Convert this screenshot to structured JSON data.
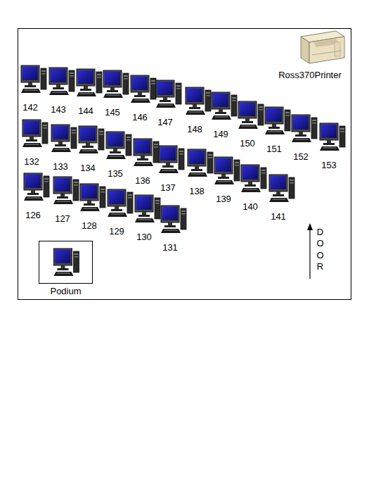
{
  "diagram": {
    "nodes": [
      {
        "text": [
          "Podium"
        ]
      }
    ],
    "labels": [
      "Ross370Printer",
      "142",
      "143",
      "144",
      "145",
      "146",
      "147",
      "148",
      "149",
      "150",
      "151",
      "152",
      "153",
      "132",
      "133",
      "134",
      "135",
      "136",
      "137",
      "138",
      "139",
      "140",
      "141",
      "126",
      "127",
      "128",
      "129",
      "130",
      "131",
      "DOOR"
    ]
  }
}
